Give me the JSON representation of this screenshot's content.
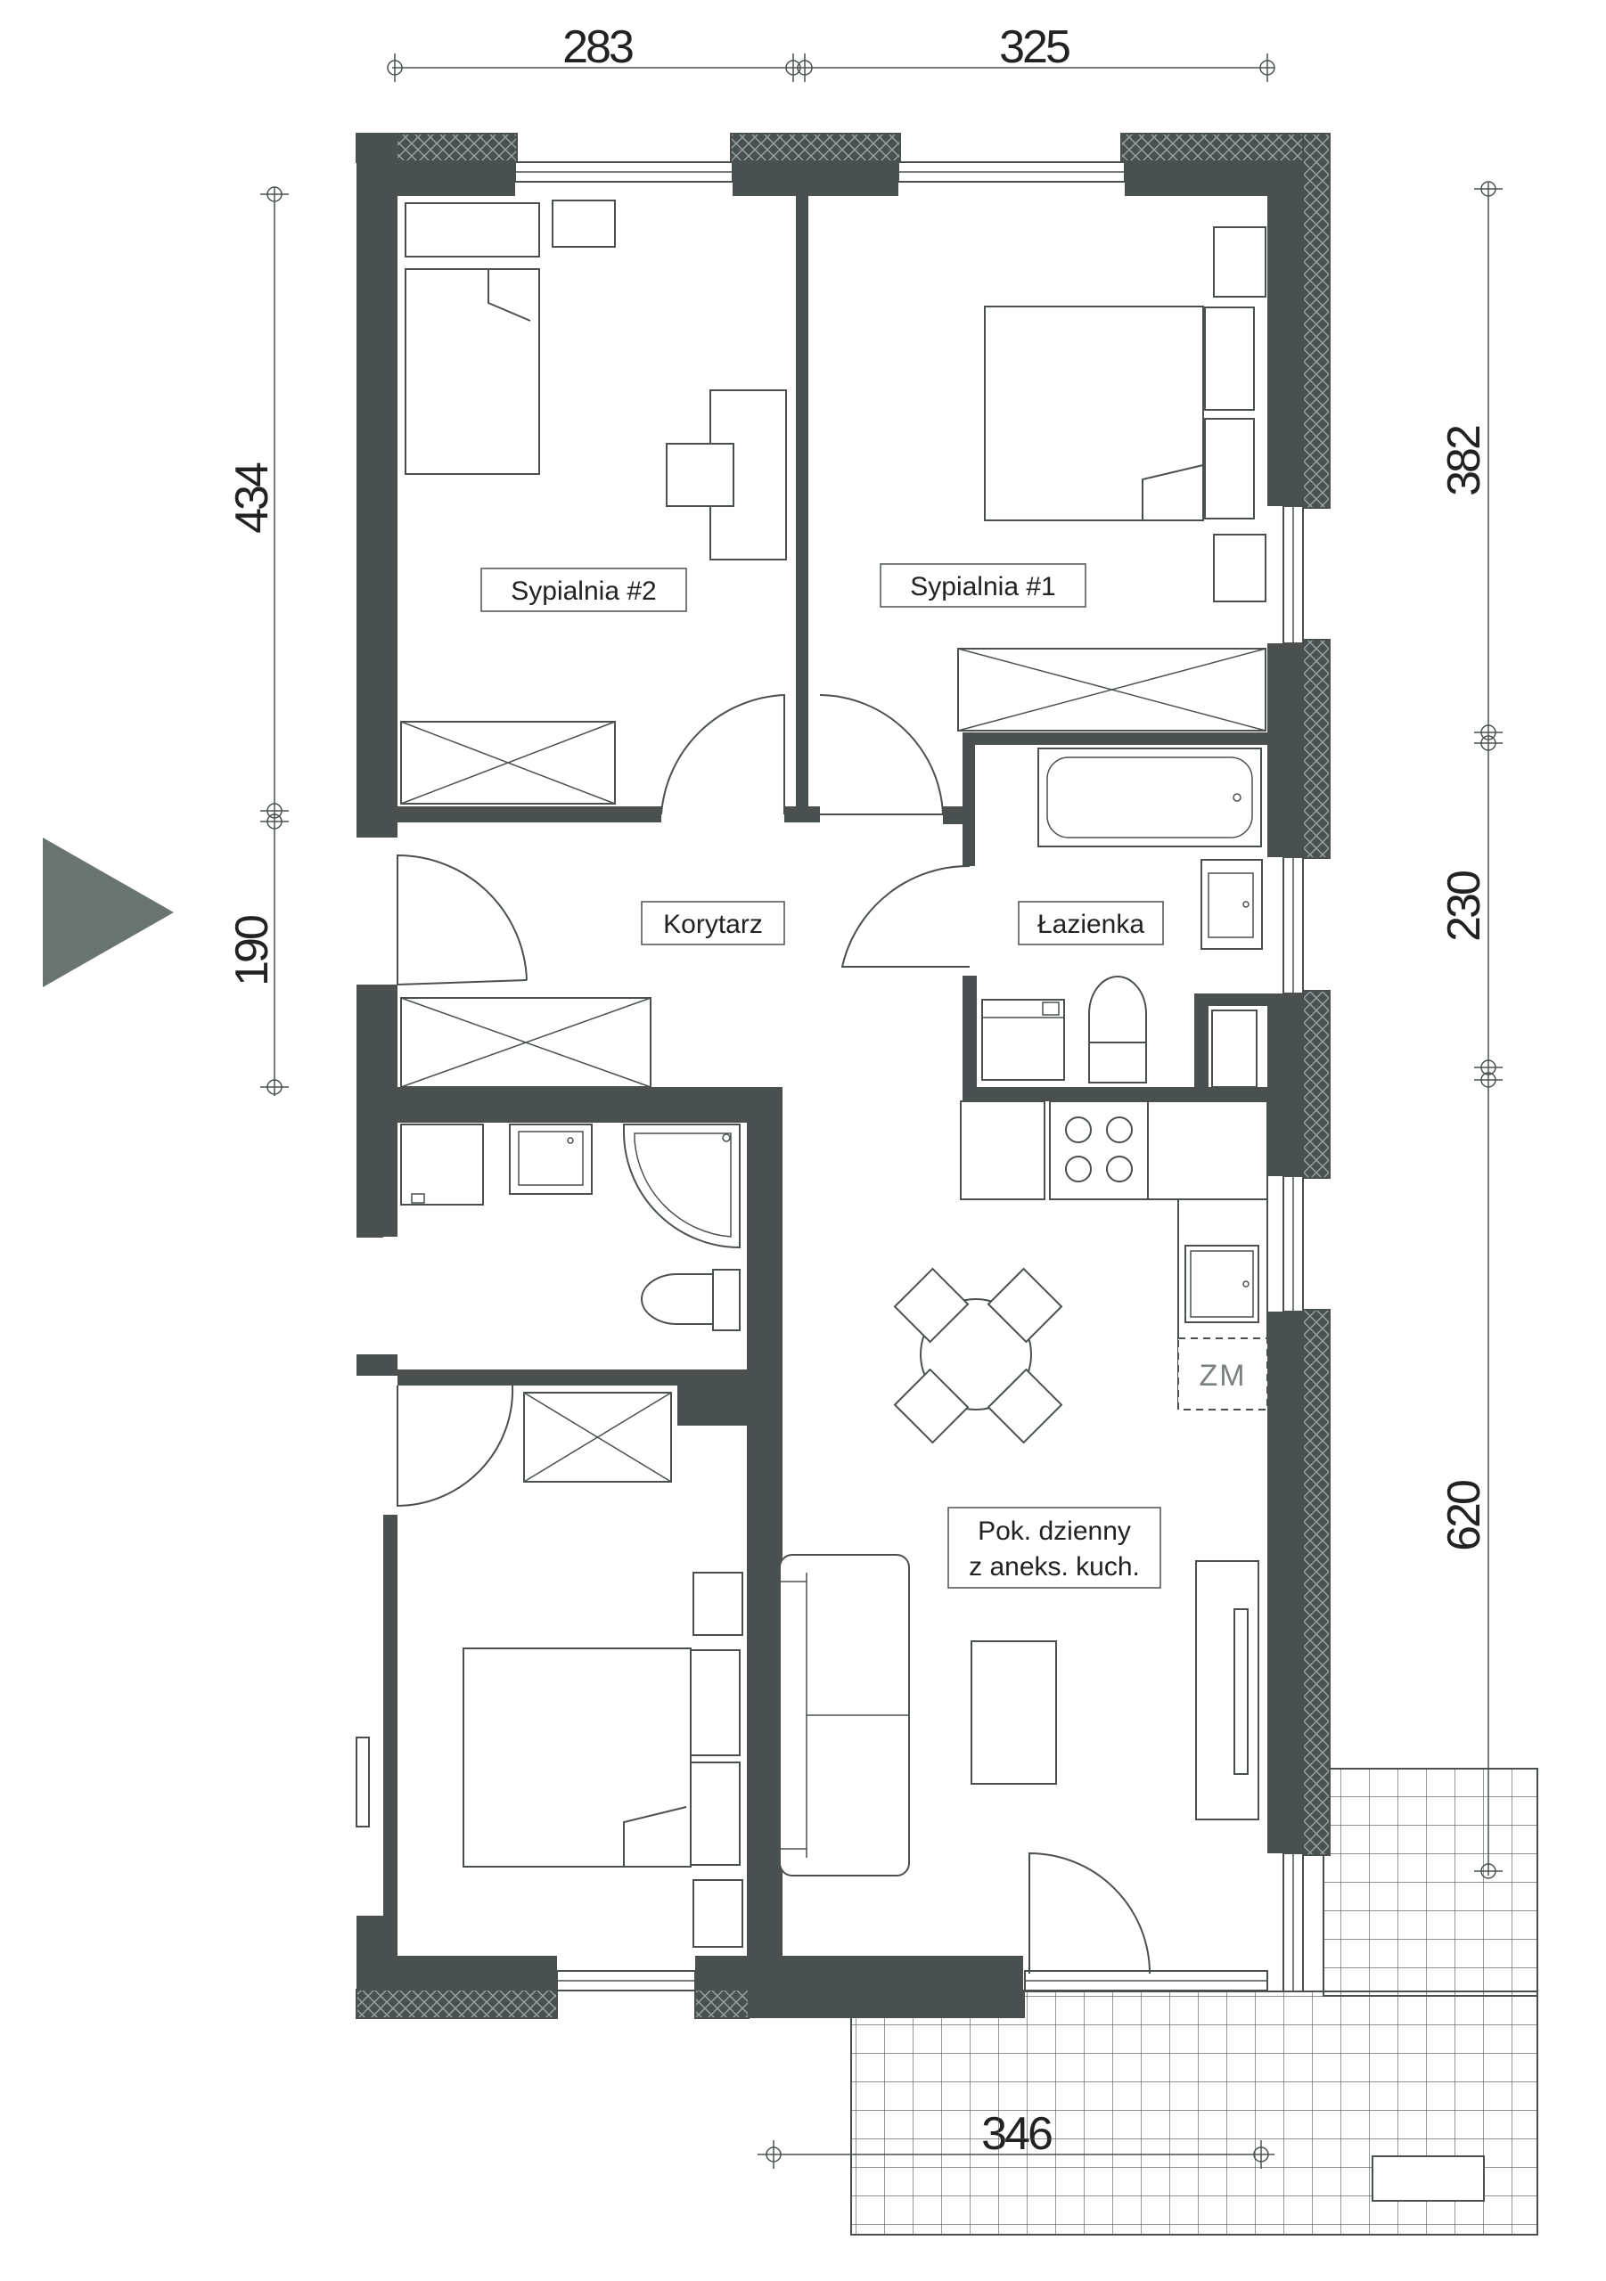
{
  "dimensions": {
    "top_left": "283",
    "top_right": "325",
    "left_upper": "434",
    "left_lower": "190",
    "right_upper": "382",
    "right_middle": "230",
    "right_lower": "620",
    "bottom": "346"
  },
  "rooms": {
    "bedroom2": "Sypialnia #2",
    "bedroom1": "Sypialnia #1",
    "corridor": "Korytarz",
    "bathroom": "Łazienka",
    "living_line1": "Pok. dzienny",
    "living_line2": "z aneks. kuch."
  },
  "fixtures": {
    "washer_label": "ZM"
  },
  "colors": {
    "wall": "#4a5050",
    "entry_arrow": "#6a7470"
  }
}
